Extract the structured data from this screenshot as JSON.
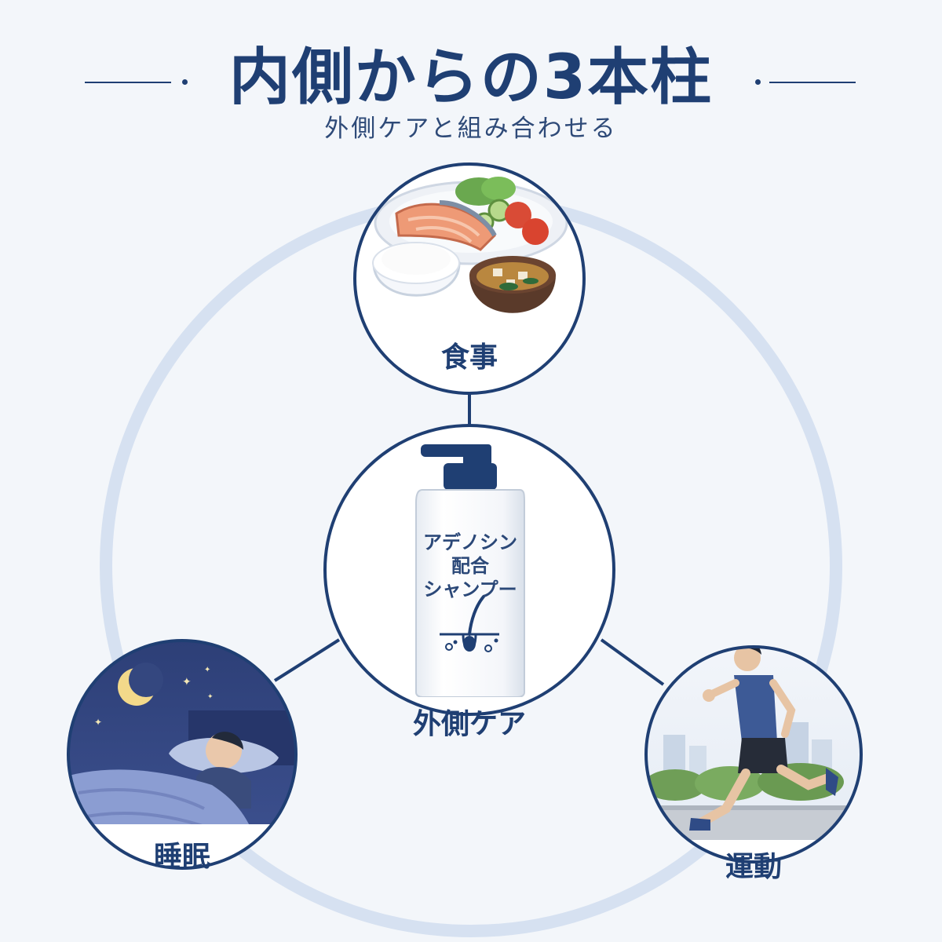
{
  "header": {
    "title": "内側からの3本柱",
    "subtitle": "外側ケアと組み合わせる"
  },
  "center": {
    "label": "外側ケア",
    "bottle_text": [
      "アデノシン",
      "配合",
      "シャンプー"
    ],
    "icon": "shampoo-bottle-icon"
  },
  "pillars": [
    {
      "label": "食事",
      "icon": "meal-illustration"
    },
    {
      "label": "睡眠",
      "icon": "sleep-illustration"
    },
    {
      "label": "運動",
      "icon": "running-illustration"
    }
  ],
  "colors": {
    "navy": "#1f3f73",
    "ring": "#d6e1f1",
    "background": "#f3f6fa"
  }
}
